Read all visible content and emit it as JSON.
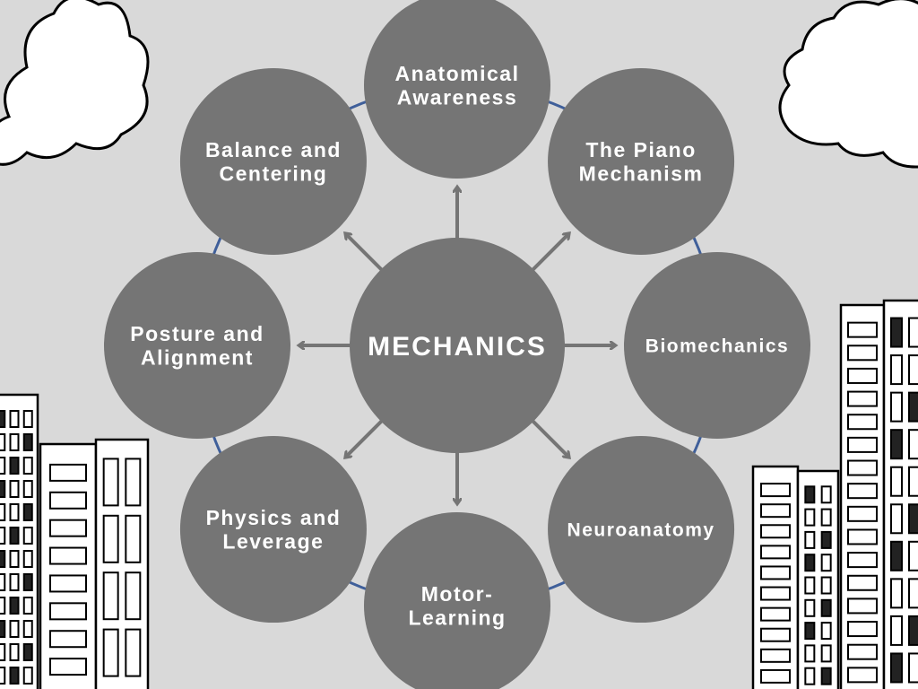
{
  "diagram": {
    "center": {
      "label": "MECHANICS"
    },
    "nodes": [
      {
        "id": "anatomical-awareness",
        "lines": [
          "Anatomical",
          "Awareness"
        ]
      },
      {
        "id": "piano-mechanism",
        "lines": [
          "The Piano",
          "Mechanism"
        ]
      },
      {
        "id": "biomechanics",
        "lines": [
          "Biomechanics"
        ]
      },
      {
        "id": "neuroanatomy",
        "lines": [
          "Neuroanatomy"
        ]
      },
      {
        "id": "motor-learning",
        "lines": [
          "Motor-",
          "Learning"
        ]
      },
      {
        "id": "physics-leverage",
        "lines": [
          "Physics and",
          "Leverage"
        ]
      },
      {
        "id": "posture-alignment",
        "lines": [
          "Posture and",
          "Alignment"
        ]
      },
      {
        "id": "balance-centering",
        "lines": [
          "Balance and",
          "Centering"
        ]
      }
    ],
    "colors": {
      "background": "#d9d9d9",
      "circle": "#757575",
      "arrow": "#757575",
      "ring": "#3f5f9a",
      "text": "#ffffff"
    }
  }
}
